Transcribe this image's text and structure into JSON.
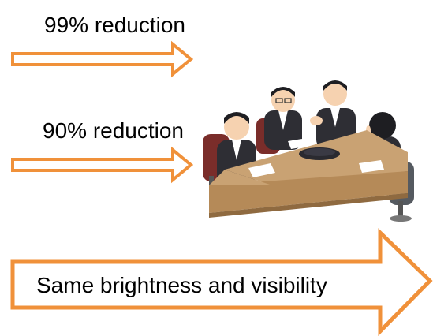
{
  "labels": {
    "reduction_99": "99% reduction",
    "reduction_90": "90% reduction",
    "same_visibility": "Same brightness and visibility"
  },
  "colors": {
    "arrow_stroke": "#f0913a",
    "arrow_fill": "#ffffff",
    "text": "#000000",
    "table_top": "#c9a273",
    "table_front": "#b58a58",
    "suit": "#2e2e34",
    "chair": "#7a2d2a"
  },
  "illustration": {
    "subject": "business-meeting-illustration"
  }
}
